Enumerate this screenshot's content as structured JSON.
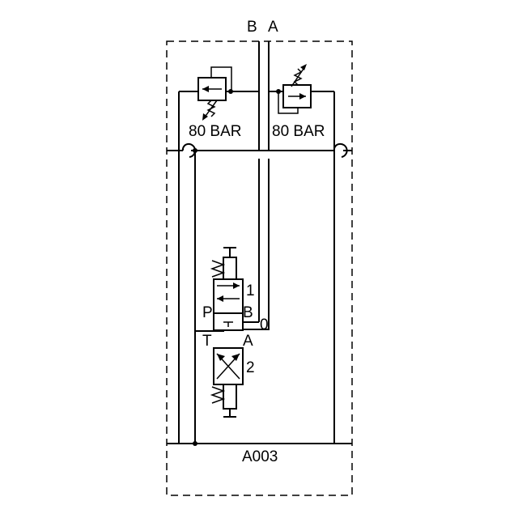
{
  "ports": {
    "b": "B",
    "a": "A"
  },
  "relief_valves": {
    "left_setting": "80 BAR",
    "right_setting": "80 BAR"
  },
  "directional_valve": {
    "position_1": "1",
    "position_0": "0",
    "position_2": "2",
    "port_p": "P",
    "port_b": "B",
    "port_t": "T",
    "port_a": "A"
  },
  "block_label": "A003",
  "colors": {
    "line": "#000000",
    "background": "#ffffff"
  }
}
